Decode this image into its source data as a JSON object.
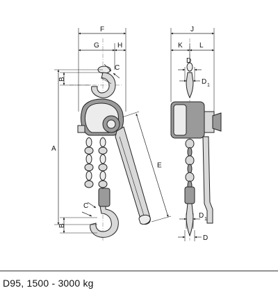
{
  "caption": "D95, 1500 - 3000 kg",
  "dimensions": {
    "F": "F",
    "G": "G",
    "H": "H",
    "J": "J",
    "K": "K",
    "L": "L",
    "C": "C",
    "B": "B",
    "A": "A",
    "E": "E",
    "D": "D",
    "D1_base": "D",
    "D1_sub": "1"
  }
}
